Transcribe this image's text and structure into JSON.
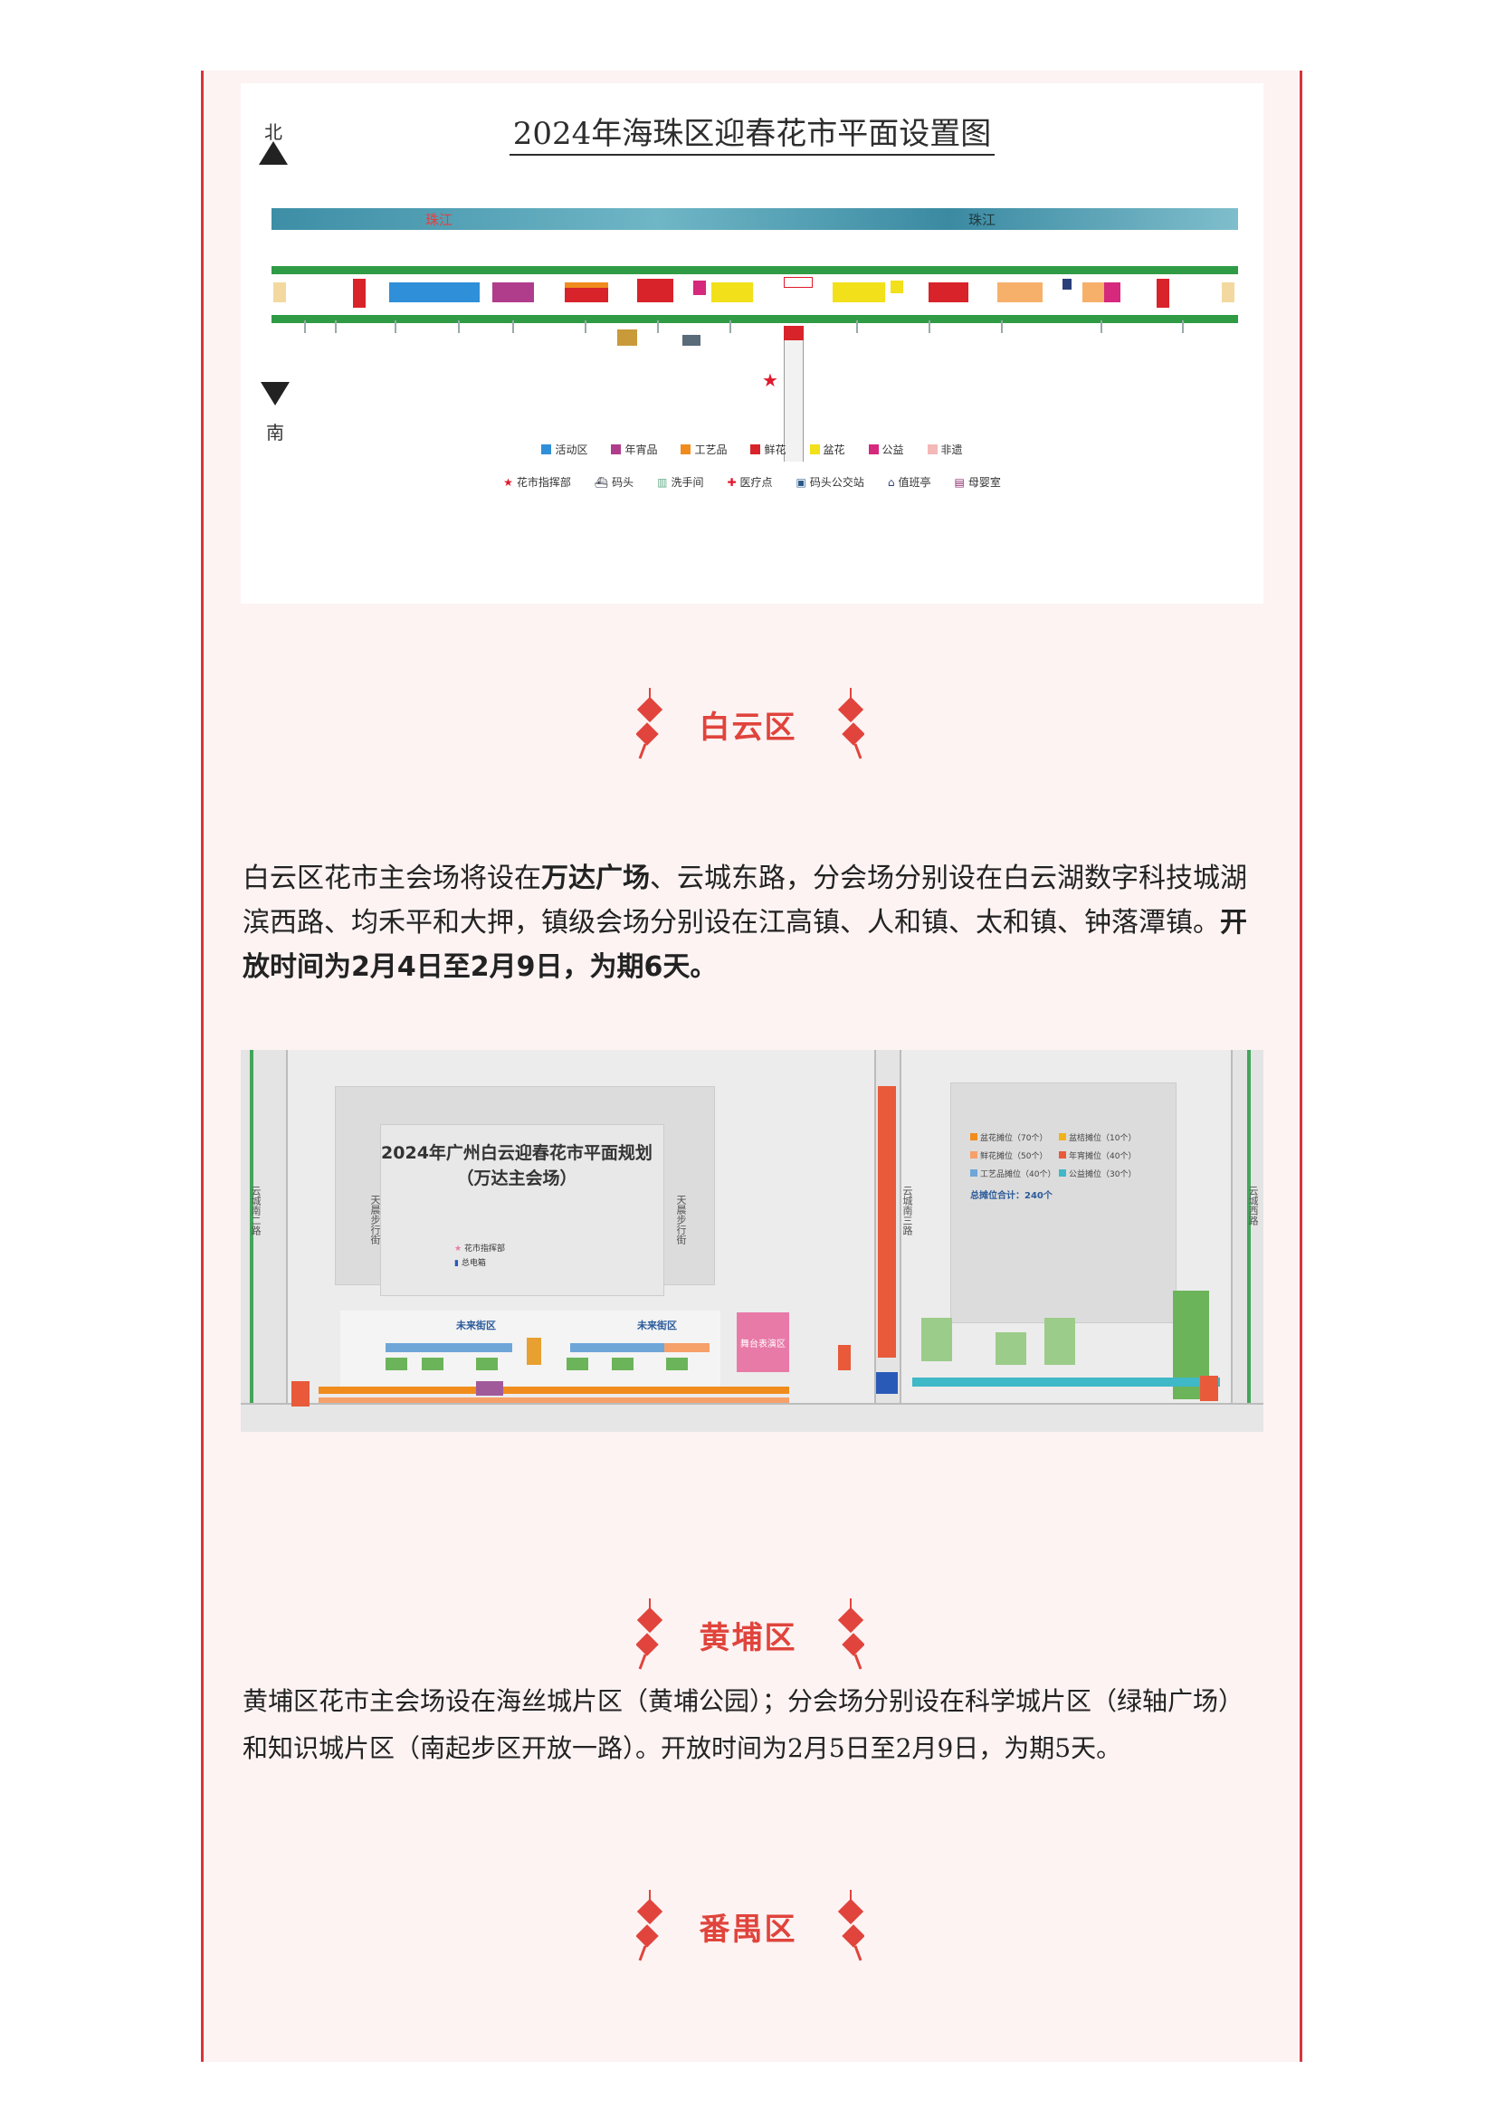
{
  "haizhu_map": {
    "title": "2024年海珠区迎春花市平面设置图",
    "north": "北",
    "south": "南",
    "river_left": "珠江",
    "river_right": "珠江",
    "legend_row1": [
      "活动区",
      "年宵品",
      "工艺品",
      "鲜花",
      "盆花",
      "公益",
      "非遗"
    ],
    "legend_row1_colors": [
      "#2f8fd8",
      "#b03c8c",
      "#f08c1e",
      "#d8232a",
      "#f2e01a",
      "#d6287c",
      "#f4b8b8"
    ],
    "legend_row2": [
      "花市指挥部",
      "码头",
      "洗手间",
      "医疗点",
      "码头公交站",
      "值班亭",
      "母婴室"
    ],
    "legend_row2_icons": [
      "star-icon",
      "boat-icon",
      "toilet-icon",
      "medical-cross-icon",
      "bus-stop-icon",
      "duty-booth-icon",
      "nursing-room-icon"
    ]
  },
  "baiyun": {
    "heading": "白云区",
    "para": {
      "p1": "白云区花市主会场将设在",
      "b1": "万达广场",
      "p2": "、云城东路，分会场分别设在白云湖数字科技城湖滨西路、均禾平和大押，镇级会场分别设在江高镇、人和镇、太和镇、钟落潭镇。",
      "b2": "开放时间为2月4日至2月9日，为期6天。"
    },
    "map": {
      "title_line1": "2024年广州白云迎春花市平面规划",
      "title_line2": "（万达主会场）",
      "road_left": "云城南二路",
      "road_mid": "云城南三路",
      "road_right": "云城西路",
      "walk_left": "天晨步行街",
      "walk_right": "天晨步行街",
      "future_st_1": "未来街区",
      "future_st_2": "未来街区",
      "stage": "舞台表演区",
      "command": "花市指挥部",
      "power": "总电箱",
      "legend": [
        "盆花摊位（70个）",
        "盆桔摊位（10个）",
        "鲜花摊位（50个）",
        "年宵摊位（40个）",
        "工艺品摊位（40个）",
        "公益摊位（30个）"
      ],
      "legend_colors": [
        "#f08c1e",
        "#f2b21a",
        "#f6a06a",
        "#e85a3a",
        "#6fa6d8",
        "#3fb8c8"
      ],
      "total": "总摊位合计：240个"
    }
  },
  "huangpu": {
    "heading": "黄埔区",
    "para": "黄埔区花市主会场设在海丝城片区（黄埔公园）；分会场分别设在科学城片区（绿轴广场）和知识城片区（南起步区开放一路）。开放时间为2月5日至2月9日，为期5天。"
  },
  "panyu": {
    "heading": "番禺区"
  },
  "colors": {
    "accent_red": "#e0443c",
    "border_red": "#d9343a",
    "panel_bg": "#fdf3f3"
  }
}
